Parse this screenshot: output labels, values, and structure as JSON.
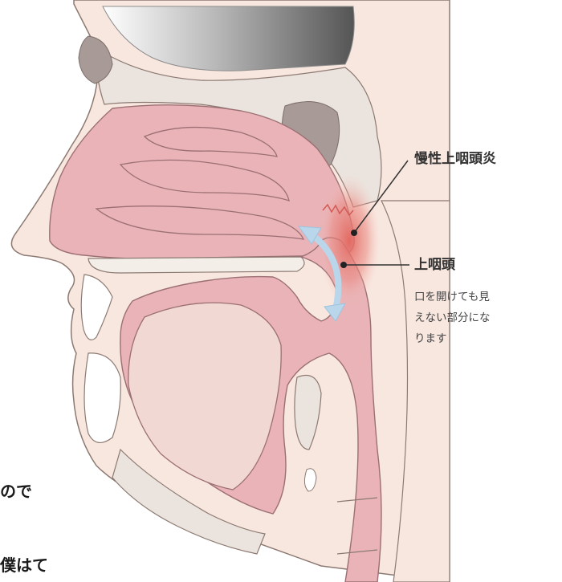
{
  "diagram": {
    "labels": {
      "chronic_epipharyngitis": "慢性上咽頭炎",
      "epipharynx": "上咽頭",
      "epipharynx_note": [
        "口を開けても見",
        "えない部分にな",
        "ります"
      ]
    },
    "text_fragments": [
      "ので",
      "僕はて"
    ],
    "colors": {
      "tissue_pink": "#e9b3b7",
      "skin": "#f8e7df",
      "bone_gray": "#e8e2dc",
      "inflamed_red": "#e2665e",
      "arrow_blue": "#b9d6ea",
      "sinus_gray": "#a79a97"
    }
  }
}
